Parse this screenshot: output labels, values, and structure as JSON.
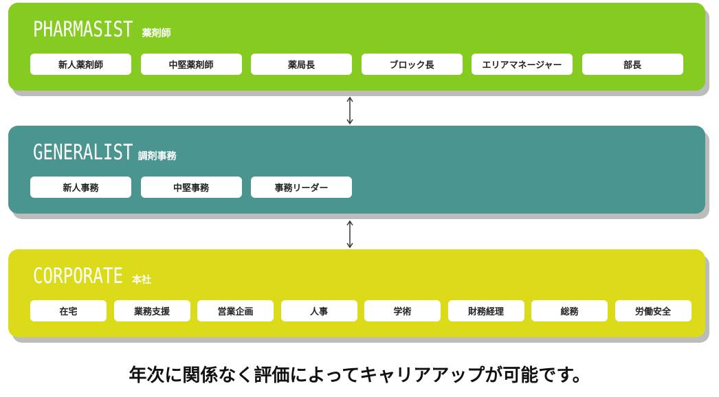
{
  "tiers": [
    {
      "id": "pharmasist",
      "title": "PHARMASIST",
      "subtitle": "薬剤師",
      "color": "#86cb22",
      "roles": [
        "新人薬剤師",
        "中堅薬剤師",
        "薬局長",
        "ブロック長",
        "エリアマネージャー",
        "部長"
      ]
    },
    {
      "id": "generalist",
      "title": "GENERALIST",
      "subtitle": "調剤事務",
      "color": "#4a9590",
      "roles": [
        "新人事務",
        "中堅事務",
        "事務リーダー"
      ]
    },
    {
      "id": "corporate",
      "title": "CORPORATE",
      "subtitle": "本社",
      "color": "#dcdb19",
      "roles": [
        "在宅",
        "業務支援",
        "営業企画",
        "人事",
        "学術",
        "財務経理",
        "総務",
        "労働安全"
      ]
    }
  ],
  "tagline": "年次に関係なく評価によってキャリアアップが可能です。"
}
